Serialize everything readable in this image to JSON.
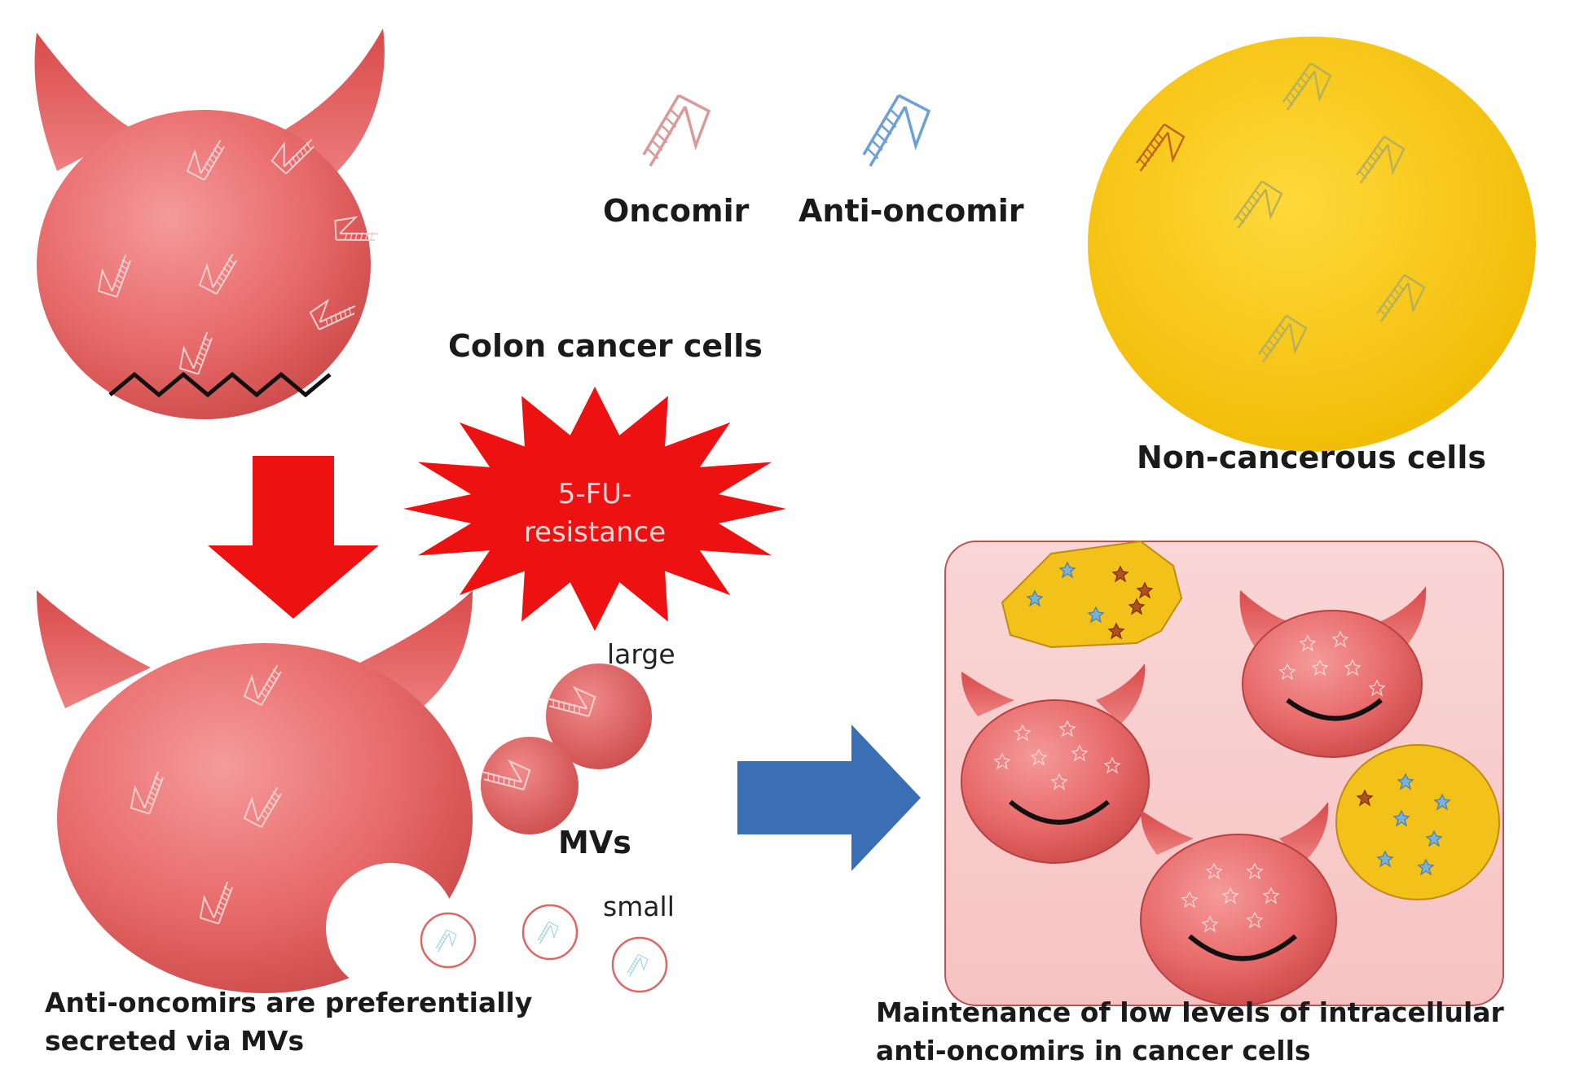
{
  "diagram": {
    "legend": {
      "oncomir": "Oncomir",
      "anti_oncomir": "Anti-oncomir"
    },
    "labels": {
      "colon_cancer_cells": "Colon cancer cells",
      "non_cancerous_cells": "Non-cancerous cells",
      "resistance_line1": "5-FU-",
      "resistance_line2": "resistance",
      "large": "large",
      "mvs": "MVs",
      "small": "small",
      "secreted_line1": "Anti-oncomirs are preferentially",
      "secreted_line2": "secreted via MVs",
      "maintenance_line1": "Maintenance of low levels of intracellular",
      "maintenance_line2": "anti-oncomirs in cancer cells"
    },
    "colors": {
      "cancer_cell": "#e05a5a",
      "normal_cell": "#f2c21b",
      "oncomir": "#d98f8f",
      "anti_oncomir": "#7aa7d6",
      "red_arrow": "#ee1111",
      "blue_arrow": "#3a6fb5",
      "burst": "#ee1111",
      "panel": "#f9cfcf"
    },
    "icons": [
      "devil-horns-icon",
      "mirna-hairpin-icon",
      "starburst-icon",
      "smile-icon"
    ]
  }
}
